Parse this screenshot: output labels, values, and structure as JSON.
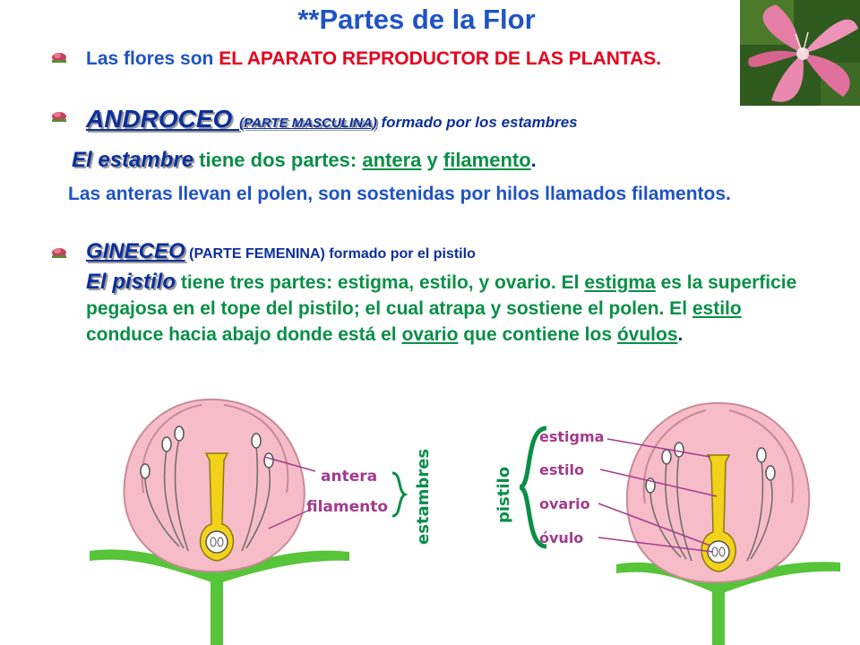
{
  "slide": {
    "title": "**Partes de la Flor",
    "intro": {
      "part1": "Las flores son ",
      "part2": "EL APARATO REPRODUCTOR DE LAS PLANTAS."
    },
    "androceo": {
      "term": "ANDROCEO ",
      "paren": "(PARTE MASCULINA)",
      "rest": " formado por los estambres"
    },
    "estambre": {
      "term": "El estambre",
      "text1": " tiene dos partes: ",
      "link1": "antera",
      "text2": " y ",
      "link2": "filamento",
      "text3": "."
    },
    "anteras": {
      "text": "Las anteras llevan el polen, son sostenidas por hilos llamados filamentos."
    },
    "gineceo": {
      "term": "GINECEO",
      "paren": " (PARTE FEMENINA) formado por el pistilo"
    },
    "pistilo": {
      "term": "El pistilo",
      "t1": " tiene tres partes: estigma, estilo, y ovario. El ",
      "l1": "estigma",
      "t2": " es la superficie pegajosa en el tope del pistilo; el cual atrapa y sostiene el polen. El ",
      "l2": "estilo",
      "t3": " conduce hacia abajo donde está el ",
      "l3": "ovario",
      "t4": " que contiene los ",
      "l4": "óvulos",
      "t5": "."
    }
  },
  "diagram_left": {
    "labels": {
      "antera": "antera",
      "filamento": "filamento",
      "group": "estambres"
    }
  },
  "diagram_right": {
    "labels": {
      "estigma": "estigma",
      "estilo": "estilo",
      "ovario": "ovario",
      "ovulo": "óvulo",
      "group": "pistilo"
    }
  },
  "colors": {
    "title_blue": "#1f53c6",
    "red": "#e8001c",
    "green": "#0a8f47",
    "dark_blue": "#0c2f9c",
    "label_purple": "#a23b8c",
    "petal_pink": "#f6bcc8",
    "stem_green": "#57c43a",
    "pistil_yellow": "#f2d21b"
  },
  "icons": {
    "bullet": "flower-bullet-icon"
  }
}
